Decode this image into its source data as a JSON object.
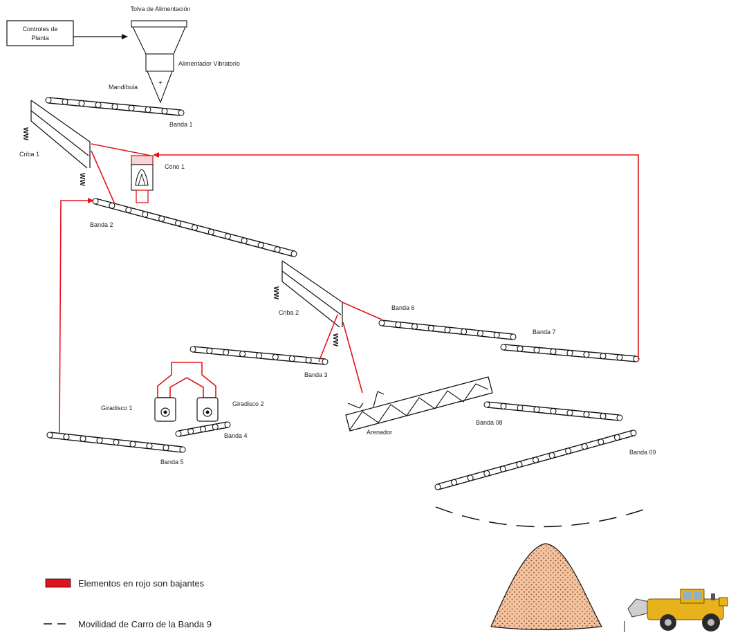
{
  "labels": {
    "tolva": "Tolva de Alimentación",
    "controles_line1": "Controles de",
    "controles_line2": "Planta",
    "alimentador": "Alimentador Vibratorio",
    "mandibula": "Mandíbula",
    "banda1": "Banda 1",
    "criba1": "Criba 1",
    "cono1": "Cono 1",
    "banda2": "Banda 2",
    "criba2": "Criba 2",
    "banda6": "Banda 6",
    "banda7": "Banda 7",
    "banda3": "Banda 3",
    "giradisco1": "Giradisco 1",
    "giradisco2": "Giradisco 2",
    "banda4": "Banda 4",
    "banda5": "Banda 5",
    "arenador": "Arenador",
    "banda08": "Banda 08",
    "banda09": "Banda 09"
  },
  "legend": {
    "red_elements": "Elementos en rojo son bajantes",
    "mobility": "Movilidad de Carro de la Banda 9"
  },
  "colors": {
    "red": "#e0141a",
    "pile": "#f4c29e",
    "loader": "#e7b21c",
    "cone_head": "#f3d6d6"
  },
  "icons": {
    "pile": "sand-pile-icon",
    "loader": "front-loader-icon"
  }
}
